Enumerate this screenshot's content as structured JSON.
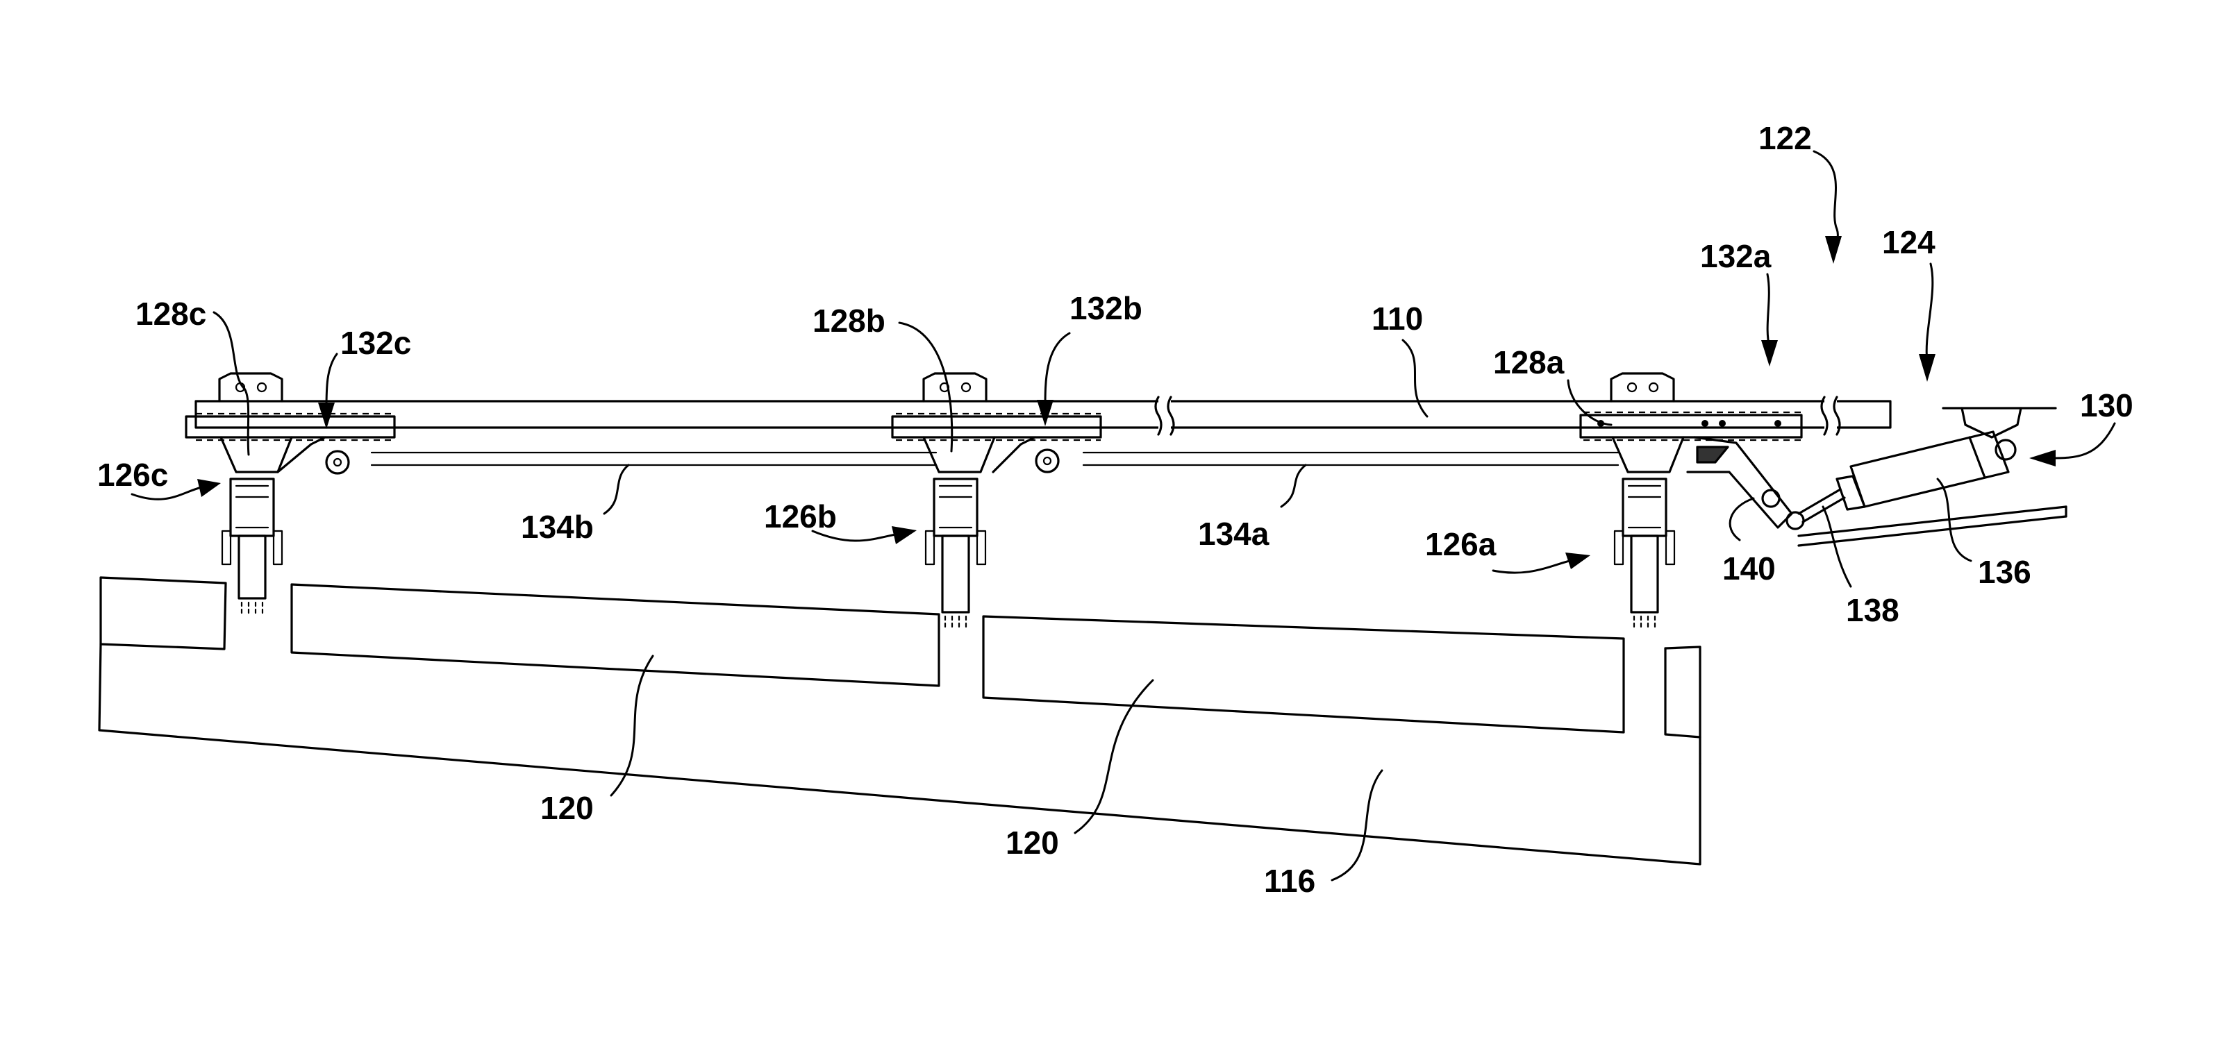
{
  "figure": {
    "labels": {
      "l110": "110",
      "l116": "116",
      "l120_left": "120",
      "l120_right": "120",
      "l122": "122",
      "l124": "124",
      "l126a": "126a",
      "l126b": "126b",
      "l126c": "126c",
      "l128a": "128a",
      "l128b": "128b",
      "l128c": "128c",
      "l130": "130",
      "l132a": "132a",
      "l132b": "132b",
      "l132c": "132c",
      "l134a": "134a",
      "l134b": "134b",
      "l136": "136",
      "l138": "138",
      "l140": "140"
    },
    "colors": {
      "line": "#000000",
      "background": "#ffffff"
    }
  }
}
